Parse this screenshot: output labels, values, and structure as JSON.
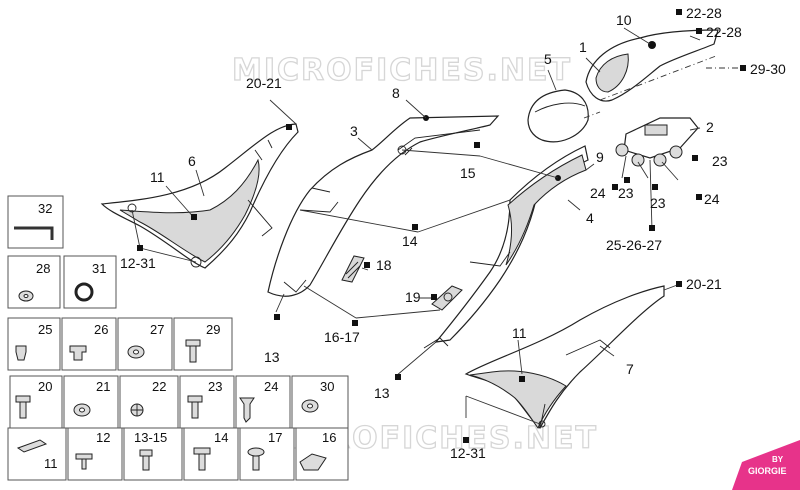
{
  "watermark": {
    "top_text": "MICROFICHES.NET",
    "bottom_text": "MICROFICHES.NET",
    "badge_line1": "BY",
    "badge_line2": "GIORGIE",
    "badge_color": "#e7338a"
  },
  "callouts": {
    "c1": "1",
    "c2": "2",
    "c3": "3",
    "c4": "4",
    "c5": "5",
    "c6": "6",
    "c7": "7",
    "c8": "8",
    "c9": "9",
    "c10": "10",
    "c11a": "11",
    "c11b": "11",
    "c12_31a": "12-31",
    "c12_31b": "12-31",
    "c13a": "13",
    "c13b": "13",
    "c14": "14",
    "c15": "15",
    "c16_17": "16-17",
    "c18": "18",
    "c19": "19",
    "c20_21a": "20-21",
    "c20_21b": "20-21",
    "c22_28a": "22-28",
    "c22_28b": "22-28",
    "c23a": "23",
    "c23b": "23",
    "c23c": "23",
    "c24a": "24",
    "c24b": "24",
    "c25_26_27": "25-26-27",
    "c29_30": "29-30"
  },
  "hardware_boxes": [
    {
      "id": "32"
    },
    {
      "id": "28"
    },
    {
      "id": "31"
    },
    {
      "id": "25"
    },
    {
      "id": "26"
    },
    {
      "id": "27"
    },
    {
      "id": "29"
    },
    {
      "id": "20"
    },
    {
      "id": "21"
    },
    {
      "id": "22"
    },
    {
      "id": "23"
    },
    {
      "id": "24"
    },
    {
      "id": "30"
    },
    {
      "id": "11"
    },
    {
      "id": "12"
    },
    {
      "id": "13-15"
    },
    {
      "id": "14"
    },
    {
      "id": "17"
    },
    {
      "id": "16"
    }
  ]
}
